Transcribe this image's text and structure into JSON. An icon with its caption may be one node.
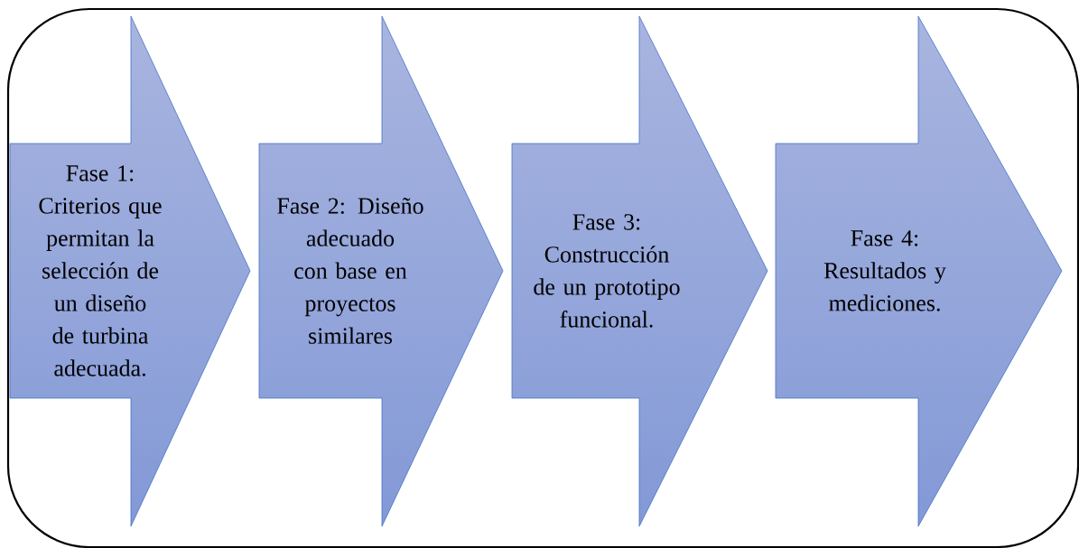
{
  "diagram": {
    "nodes": [
      {
        "text": [
          "Fase 1: Criterios que permitan la selección de un diseño de turbina adecuada."
        ]
      },
      {
        "text": [
          "Fase 2: Diseño adecuado con base en proyectos similares"
        ]
      },
      {
        "text": [
          "Fase 3: Construcción de un prototipo funcional."
        ]
      },
      {
        "text": [
          "Fase 4: Resultados y mediciones."
        ]
      }
    ]
  }
}
